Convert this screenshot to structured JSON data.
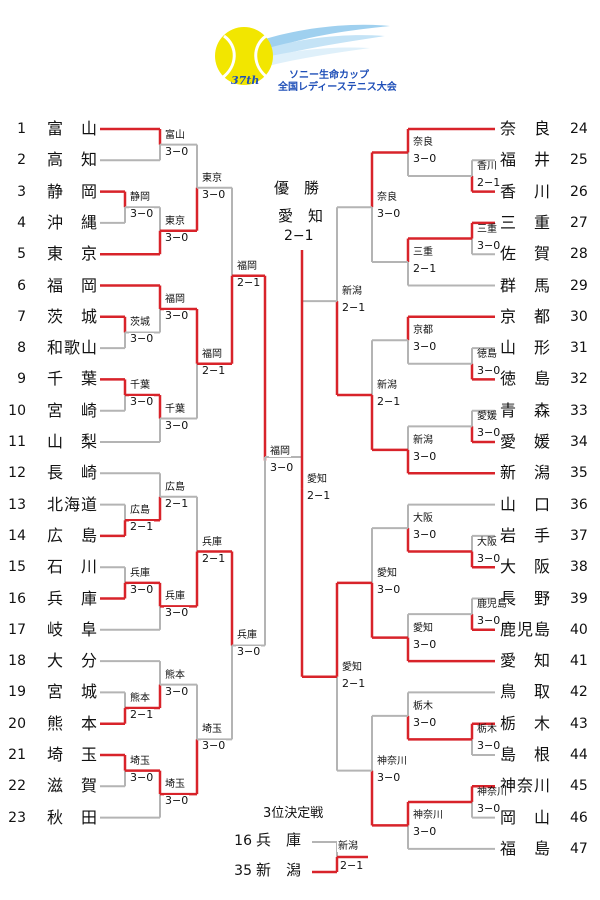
{
  "logo": {
    "edition": "37th",
    "line1": "ソニー生命カップ",
    "line2": "全国レディーステニス大会"
  },
  "left_teams": [
    {
      "num": "1",
      "name": "富山"
    },
    {
      "num": "2",
      "name": "高知"
    },
    {
      "num": "3",
      "name": "静岡"
    },
    {
      "num": "4",
      "name": "沖縄"
    },
    {
      "num": "5",
      "name": "東京"
    },
    {
      "num": "6",
      "name": "福岡"
    },
    {
      "num": "7",
      "name": "茨城"
    },
    {
      "num": "8",
      "name": "和歌山"
    },
    {
      "num": "9",
      "name": "千葉"
    },
    {
      "num": "10",
      "name": "宮崎"
    },
    {
      "num": "11",
      "name": "山梨"
    },
    {
      "num": "12",
      "name": "長崎"
    },
    {
      "num": "13",
      "name": "北海道"
    },
    {
      "num": "14",
      "name": "広島"
    },
    {
      "num": "15",
      "name": "石川"
    },
    {
      "num": "16",
      "name": "兵庫"
    },
    {
      "num": "17",
      "name": "岐阜"
    },
    {
      "num": "18",
      "name": "大分"
    },
    {
      "num": "19",
      "name": "宮城"
    },
    {
      "num": "20",
      "name": "熊本"
    },
    {
      "num": "21",
      "name": "埼玉"
    },
    {
      "num": "22",
      "name": "滋賀"
    },
    {
      "num": "23",
      "name": "秋田"
    }
  ],
  "right_teams": [
    {
      "num": "24",
      "name": "奈良"
    },
    {
      "num": "25",
      "name": "福井"
    },
    {
      "num": "26",
      "name": "香川"
    },
    {
      "num": "27",
      "name": "三重"
    },
    {
      "num": "28",
      "name": "佐賀"
    },
    {
      "num": "29",
      "name": "群馬"
    },
    {
      "num": "30",
      "name": "京都"
    },
    {
      "num": "31",
      "name": "山形"
    },
    {
      "num": "32",
      "name": "徳島"
    },
    {
      "num": "33",
      "name": "青森"
    },
    {
      "num": "34",
      "name": "愛媛"
    },
    {
      "num": "35",
      "name": "新潟"
    },
    {
      "num": "36",
      "name": "山口"
    },
    {
      "num": "37",
      "name": "岩手"
    },
    {
      "num": "38",
      "name": "大阪"
    },
    {
      "num": "39",
      "name": "長野"
    },
    {
      "num": "40",
      "name": "鹿児島"
    },
    {
      "num": "41",
      "name": "愛知"
    },
    {
      "num": "42",
      "name": "鳥取"
    },
    {
      "num": "43",
      "name": "栃木"
    },
    {
      "num": "44",
      "name": "島根"
    },
    {
      "num": "45",
      "name": "神奈川"
    },
    {
      "num": "46",
      "name": "岡山"
    },
    {
      "num": "47",
      "name": "福島"
    }
  ],
  "left_matches": [
    {
      "winner": "富山",
      "score": "3−0"
    },
    {
      "winner": "静岡",
      "score": "3−0"
    },
    {
      "winner": "東京",
      "score": "3−0"
    },
    {
      "winner": "東京",
      "score": "3−0"
    },
    {
      "winner": "福岡",
      "score": "3−0"
    },
    {
      "winner": "茨城",
      "score": "3−0"
    },
    {
      "winner": "福岡",
      "score": "2−1"
    },
    {
      "winner": "千葉",
      "score": "3−0"
    },
    {
      "winner": "千葉",
      "score": "3−0"
    },
    {
      "winner": "福岡",
      "score": "2−1"
    },
    {
      "winner": "広島",
      "score": "2−1"
    },
    {
      "winner": "広島",
      "score": "2−1"
    },
    {
      "winner": "兵庫",
      "score": "3−0"
    },
    {
      "winner": "兵庫",
      "score": "3−0"
    },
    {
      "winner": "兵庫",
      "score": "2−1"
    },
    {
      "winner": "熊本",
      "score": "3−0"
    },
    {
      "winner": "熊本",
      "score": "2−1"
    },
    {
      "winner": "埼玉",
      "score": "3−0"
    },
    {
      "winner": "埼玉",
      "score": "3−0"
    },
    {
      "winner": "埼玉",
      "score": "3−0"
    },
    {
      "winner": "兵庫",
      "score": "3−0"
    },
    {
      "winner": "福岡",
      "score": "3−0"
    }
  ],
  "right_matches": [
    {
      "winner": "香川",
      "score": "2−1"
    },
    {
      "winner": "奈良",
      "score": "3−0"
    },
    {
      "winner": "三重",
      "score": "3−0"
    },
    {
      "winner": "三重",
      "score": "2−1"
    },
    {
      "winner": "奈良",
      "score": "3−0"
    },
    {
      "winner": "徳島",
      "score": "3−0"
    },
    {
      "winner": "京都",
      "score": "3−0"
    },
    {
      "winner": "愛媛",
      "score": "3−0"
    },
    {
      "winner": "新潟",
      "score": "3−0"
    },
    {
      "winner": "新潟",
      "score": "2−1"
    },
    {
      "winner": "新潟",
      "score": "2−1"
    },
    {
      "winner": "大阪",
      "score": "3−0"
    },
    {
      "winner": "大阪",
      "score": "3−0"
    },
    {
      "winner": "鹿児島",
      "score": "3−0"
    },
    {
      "winner": "愛知",
      "score": "3−0"
    },
    {
      "winner": "愛知",
      "score": "3−0"
    },
    {
      "winner": "栃木",
      "score": "3−0"
    },
    {
      "winner": "栃木",
      "score": "3−0"
    },
    {
      "winner": "神奈川",
      "score": "3−0"
    },
    {
      "winner": "神奈川",
      "score": "3−0"
    },
    {
      "winner": "神奈川",
      "score": "3−0"
    },
    {
      "winner": "愛知",
      "score": "2−1"
    },
    {
      "winner": "愛知",
      "score": "2−1"
    }
  ],
  "final": {
    "title": "優　勝",
    "winner": "愛　知",
    "score": "2−1"
  },
  "third_place": {
    "title": "3位決定戦",
    "team1": {
      "num": "16",
      "name": "兵　庫"
    },
    "team2": {
      "num": "35",
      "name": "新　潟"
    },
    "winner": "新潟",
    "score": "2−1"
  },
  "colors": {
    "win": "#d8232a",
    "loss": "#b4b4b4",
    "logo_ball": "#f2e600",
    "logo_text": "#1f4fb8"
  }
}
